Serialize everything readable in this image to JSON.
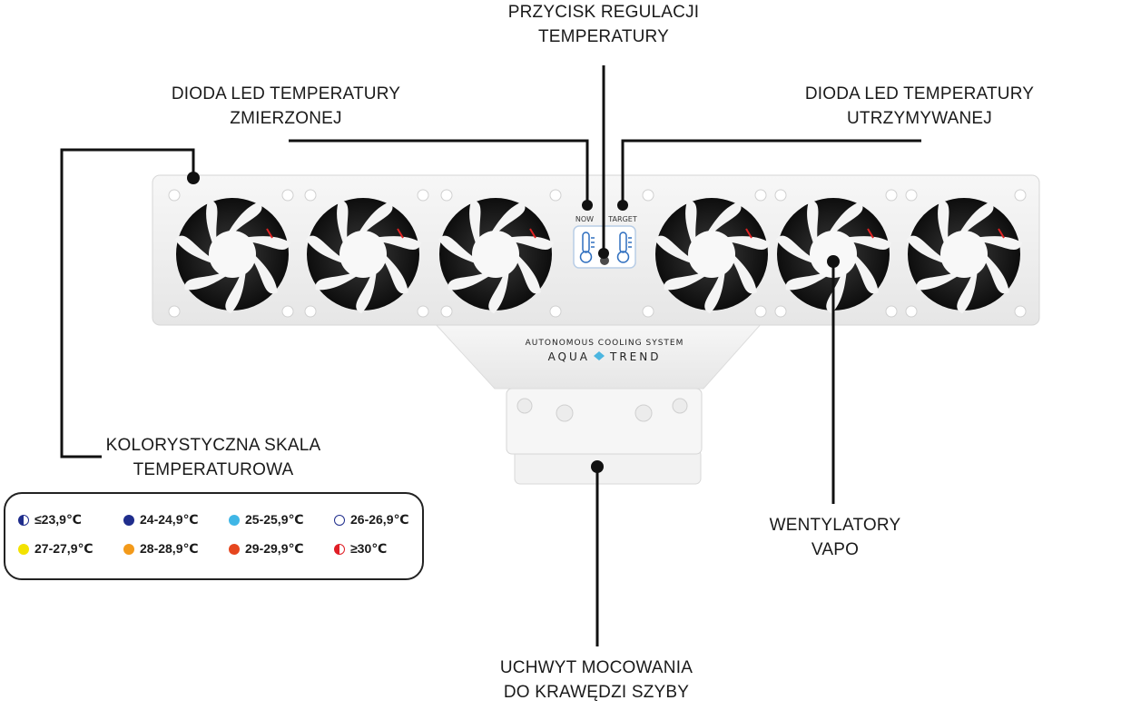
{
  "labels": {
    "button": [
      "PRZYCISK REGULACJI",
      "TEMPERATURY"
    ],
    "led_measured": [
      "DIODA LED TEMPERATURY",
      "ZMIERZONEJ"
    ],
    "led_target": [
      "DIODA LED TEMPERATURY",
      "UTRZYMYWANEJ"
    ],
    "scale": [
      "KOLORYSTYCZNA SKALA",
      "TEMPERATUROWA"
    ],
    "fans": [
      "WENTYLATORY",
      "VAPO"
    ],
    "mount": [
      "UCHWYT MOCOWANIA",
      "DO KRAWĘDZI SZYBY"
    ]
  },
  "device": {
    "now_label": "NOW",
    "target_label": "TARGET",
    "system_text": "AUTONOMOUS COOLING SYSTEM",
    "brand_left": "AQUA",
    "brand_right": "TREND",
    "brand_accent": "#4cb6e0"
  },
  "legend": [
    {
      "label": "≤23,9℃",
      "color": "#1f2d8c",
      "style": "half"
    },
    {
      "label": "24-24,9℃",
      "color": "#1f2d8c",
      "style": "fill"
    },
    {
      "label": "25-25,9℃",
      "color": "#3fb6e6",
      "style": "fill"
    },
    {
      "label": "26-26,9℃",
      "color": "#1f2d8c",
      "style": "ring"
    },
    {
      "label": "27-27,9℃",
      "color": "#f3e200",
      "style": "fill"
    },
    {
      "label": "28-28,9℃",
      "color": "#f39a1a",
      "style": "fill"
    },
    {
      "label": "29-29,9℃",
      "color": "#e6461e",
      "style": "fill"
    },
    {
      "label": "≥30℃",
      "color": "#e01f26",
      "style": "half"
    }
  ]
}
